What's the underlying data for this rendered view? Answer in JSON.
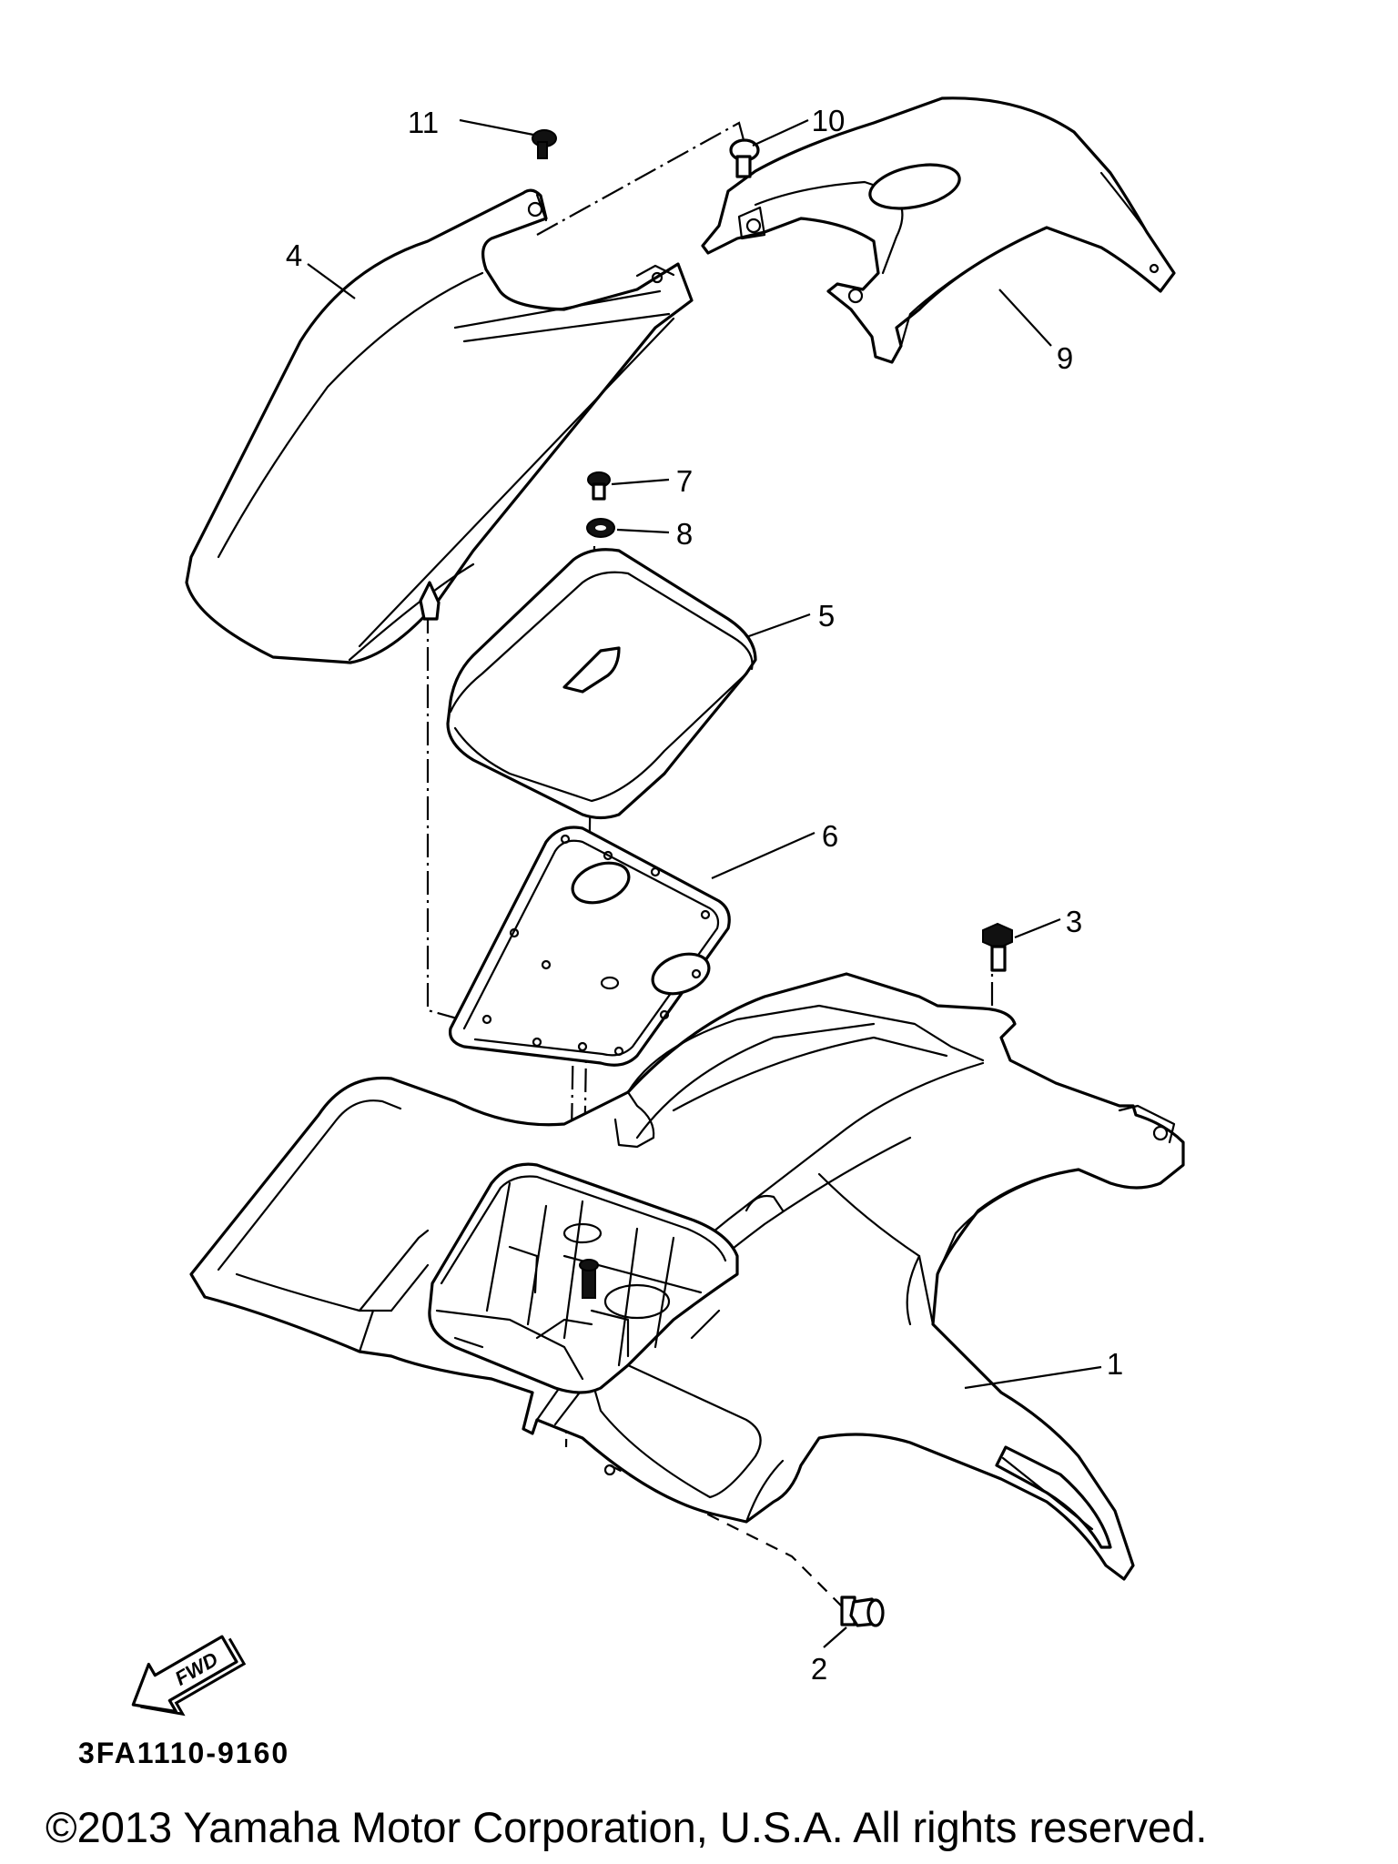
{
  "diagram": {
    "reference_code": "3FA1110-9160",
    "fwd_label": "FWD",
    "copyright": "©2013 Yamaha Motor Corporation, U.S.A. All rights reserved.",
    "callouts": [
      "1",
      "2",
      "3",
      "4",
      "5",
      "6",
      "7",
      "8",
      "9",
      "10",
      "11"
    ]
  }
}
